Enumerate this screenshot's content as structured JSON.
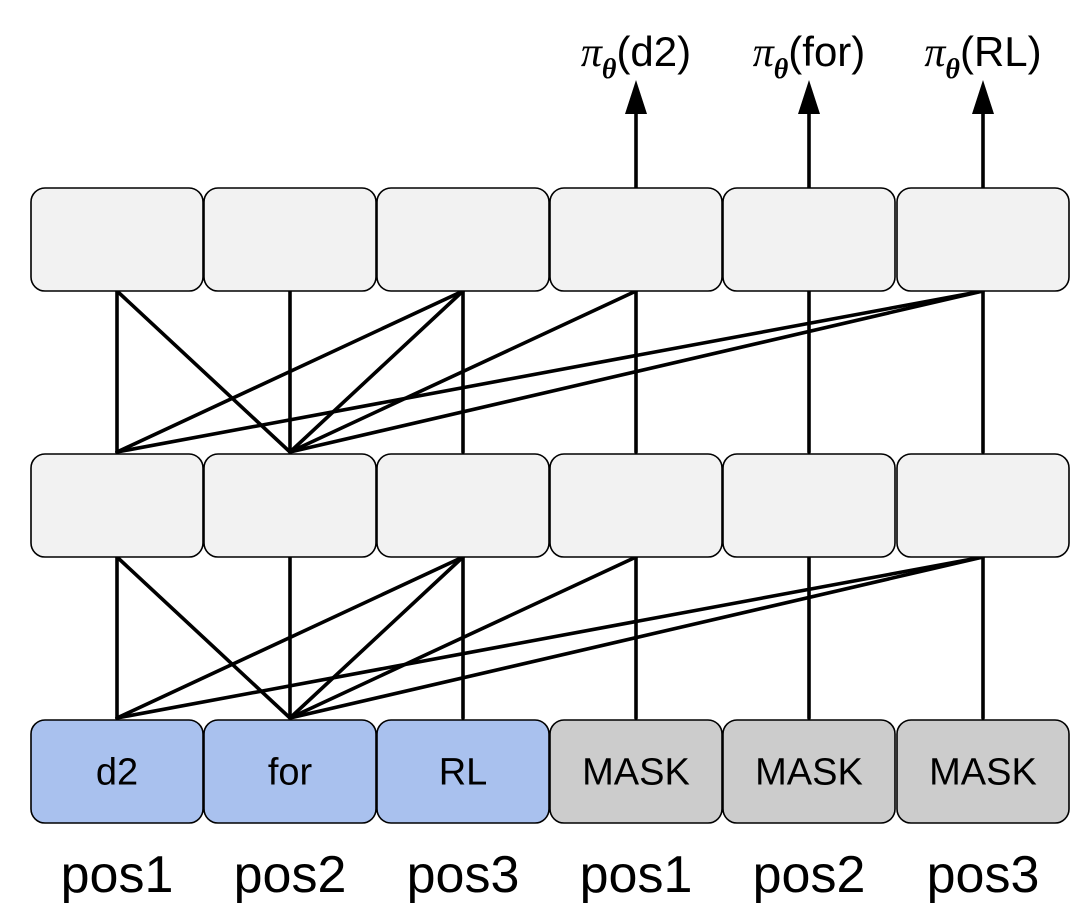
{
  "colors": {
    "hidden_cell": "#f2f2f2",
    "input_token": "#a9c1ee",
    "mask_token": "#cccccc",
    "line": "#000000"
  },
  "outputs": [
    {
      "symbol": "π",
      "subscript": "θ",
      "argument": "(d2)"
    },
    {
      "symbol": "π",
      "subscript": "θ",
      "argument": "(for)"
    },
    {
      "symbol": "π",
      "subscript": "θ",
      "argument": "(RL)"
    }
  ],
  "inputs": [
    {
      "label": "d2",
      "kind": "token"
    },
    {
      "label": "for",
      "kind": "token"
    },
    {
      "label": "RL",
      "kind": "token"
    },
    {
      "label": "MASK",
      "kind": "mask"
    },
    {
      "label": "MASK",
      "kind": "mask"
    },
    {
      "label": "MASK",
      "kind": "mask"
    }
  ],
  "positions": [
    "pos1",
    "pos2",
    "pos3",
    "pos1",
    "pos2",
    "pos3"
  ],
  "attention_edges": [
    {
      "from": 0,
      "to": 0
    },
    {
      "from": 0,
      "to": 1
    },
    {
      "from": 1,
      "to": 1
    },
    {
      "from": 2,
      "to": 0
    },
    {
      "from": 2,
      "to": 1
    },
    {
      "from": 2,
      "to": 2
    },
    {
      "from": 3,
      "to": 1
    },
    {
      "from": 3,
      "to": 3
    },
    {
      "from": 4,
      "to": 4
    },
    {
      "from": 5,
      "to": 0
    },
    {
      "from": 5,
      "to": 1
    },
    {
      "from": 5,
      "to": 5
    }
  ]
}
